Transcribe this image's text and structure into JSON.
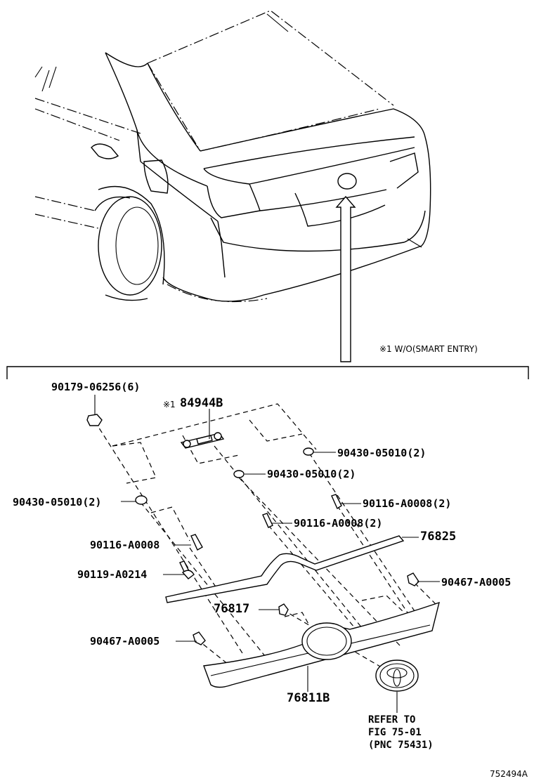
{
  "labels": {
    "p_90179_06256": "90179-06256(6)",
    "ref_mark": "※1",
    "p_84944B": "84944B",
    "p_90430_05010_a": "90430-05010(2)",
    "p_90430_05010_b": "90430-05010(2)",
    "p_90430_05010_c": "90430-05010(2)",
    "p_90116_A0008_a": "90116-A0008(2)",
    "p_90116_A0008_b": "90116-A0008(2)",
    "p_90116_A0008_c": "90116-A0008",
    "p_76825": "76825",
    "p_90119_A0214": "90119-A0214",
    "p_90467_A0005_a": "90467-A0005",
    "p_90467_A0005_b": "90467-A0005",
    "p_76817": "76817",
    "p_76811B": "76811B"
  },
  "note": "※1 W/O(SMART ENTRY)",
  "refer": {
    "line1": "REFER TO",
    "line2": "FIG 75-01",
    "line3": "(PNC 75431)"
  },
  "diagram_code": "752494A"
}
